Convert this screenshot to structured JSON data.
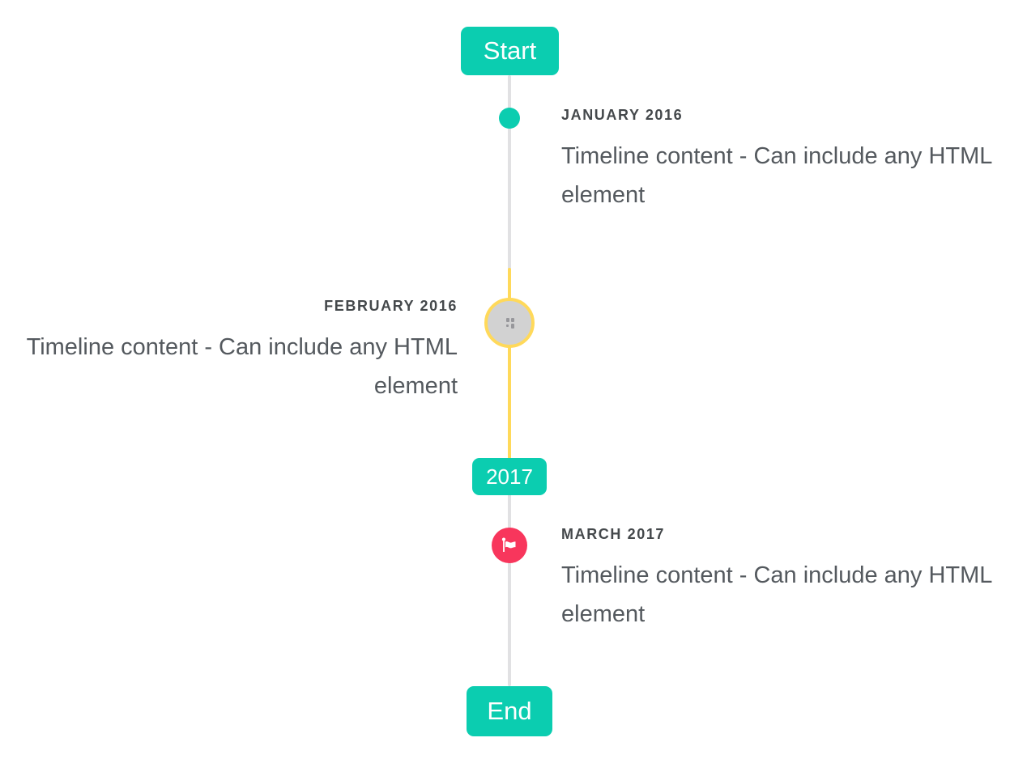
{
  "timeline": {
    "start_label": "Start",
    "year_badge": "2017",
    "end_label": "End",
    "items": [
      {
        "date": "JANUARY 2016",
        "content": "Timeline content - Can include any HTML element",
        "side": "right",
        "marker": "teal-dot"
      },
      {
        "date": "FEBRUARY 2016",
        "content": "Timeline content - Can include any HTML element",
        "side": "left",
        "marker": "photo-circle-broken-image"
      },
      {
        "date": "MARCH 2017",
        "content": "Timeline content - Can include any HTML element",
        "side": "right",
        "marker": "red-flag-circle"
      }
    ],
    "colors": {
      "accent_teal": "#0bcdb0",
      "highlight_yellow": "#ffd95a",
      "flag_red": "#f8365c",
      "axis_gray": "#e1e1e3",
      "photo_circle_gray": "#d2d2d2",
      "date_label_text": "#44484b",
      "content_text": "#54595e",
      "badge_text": "#ffffff"
    }
  }
}
